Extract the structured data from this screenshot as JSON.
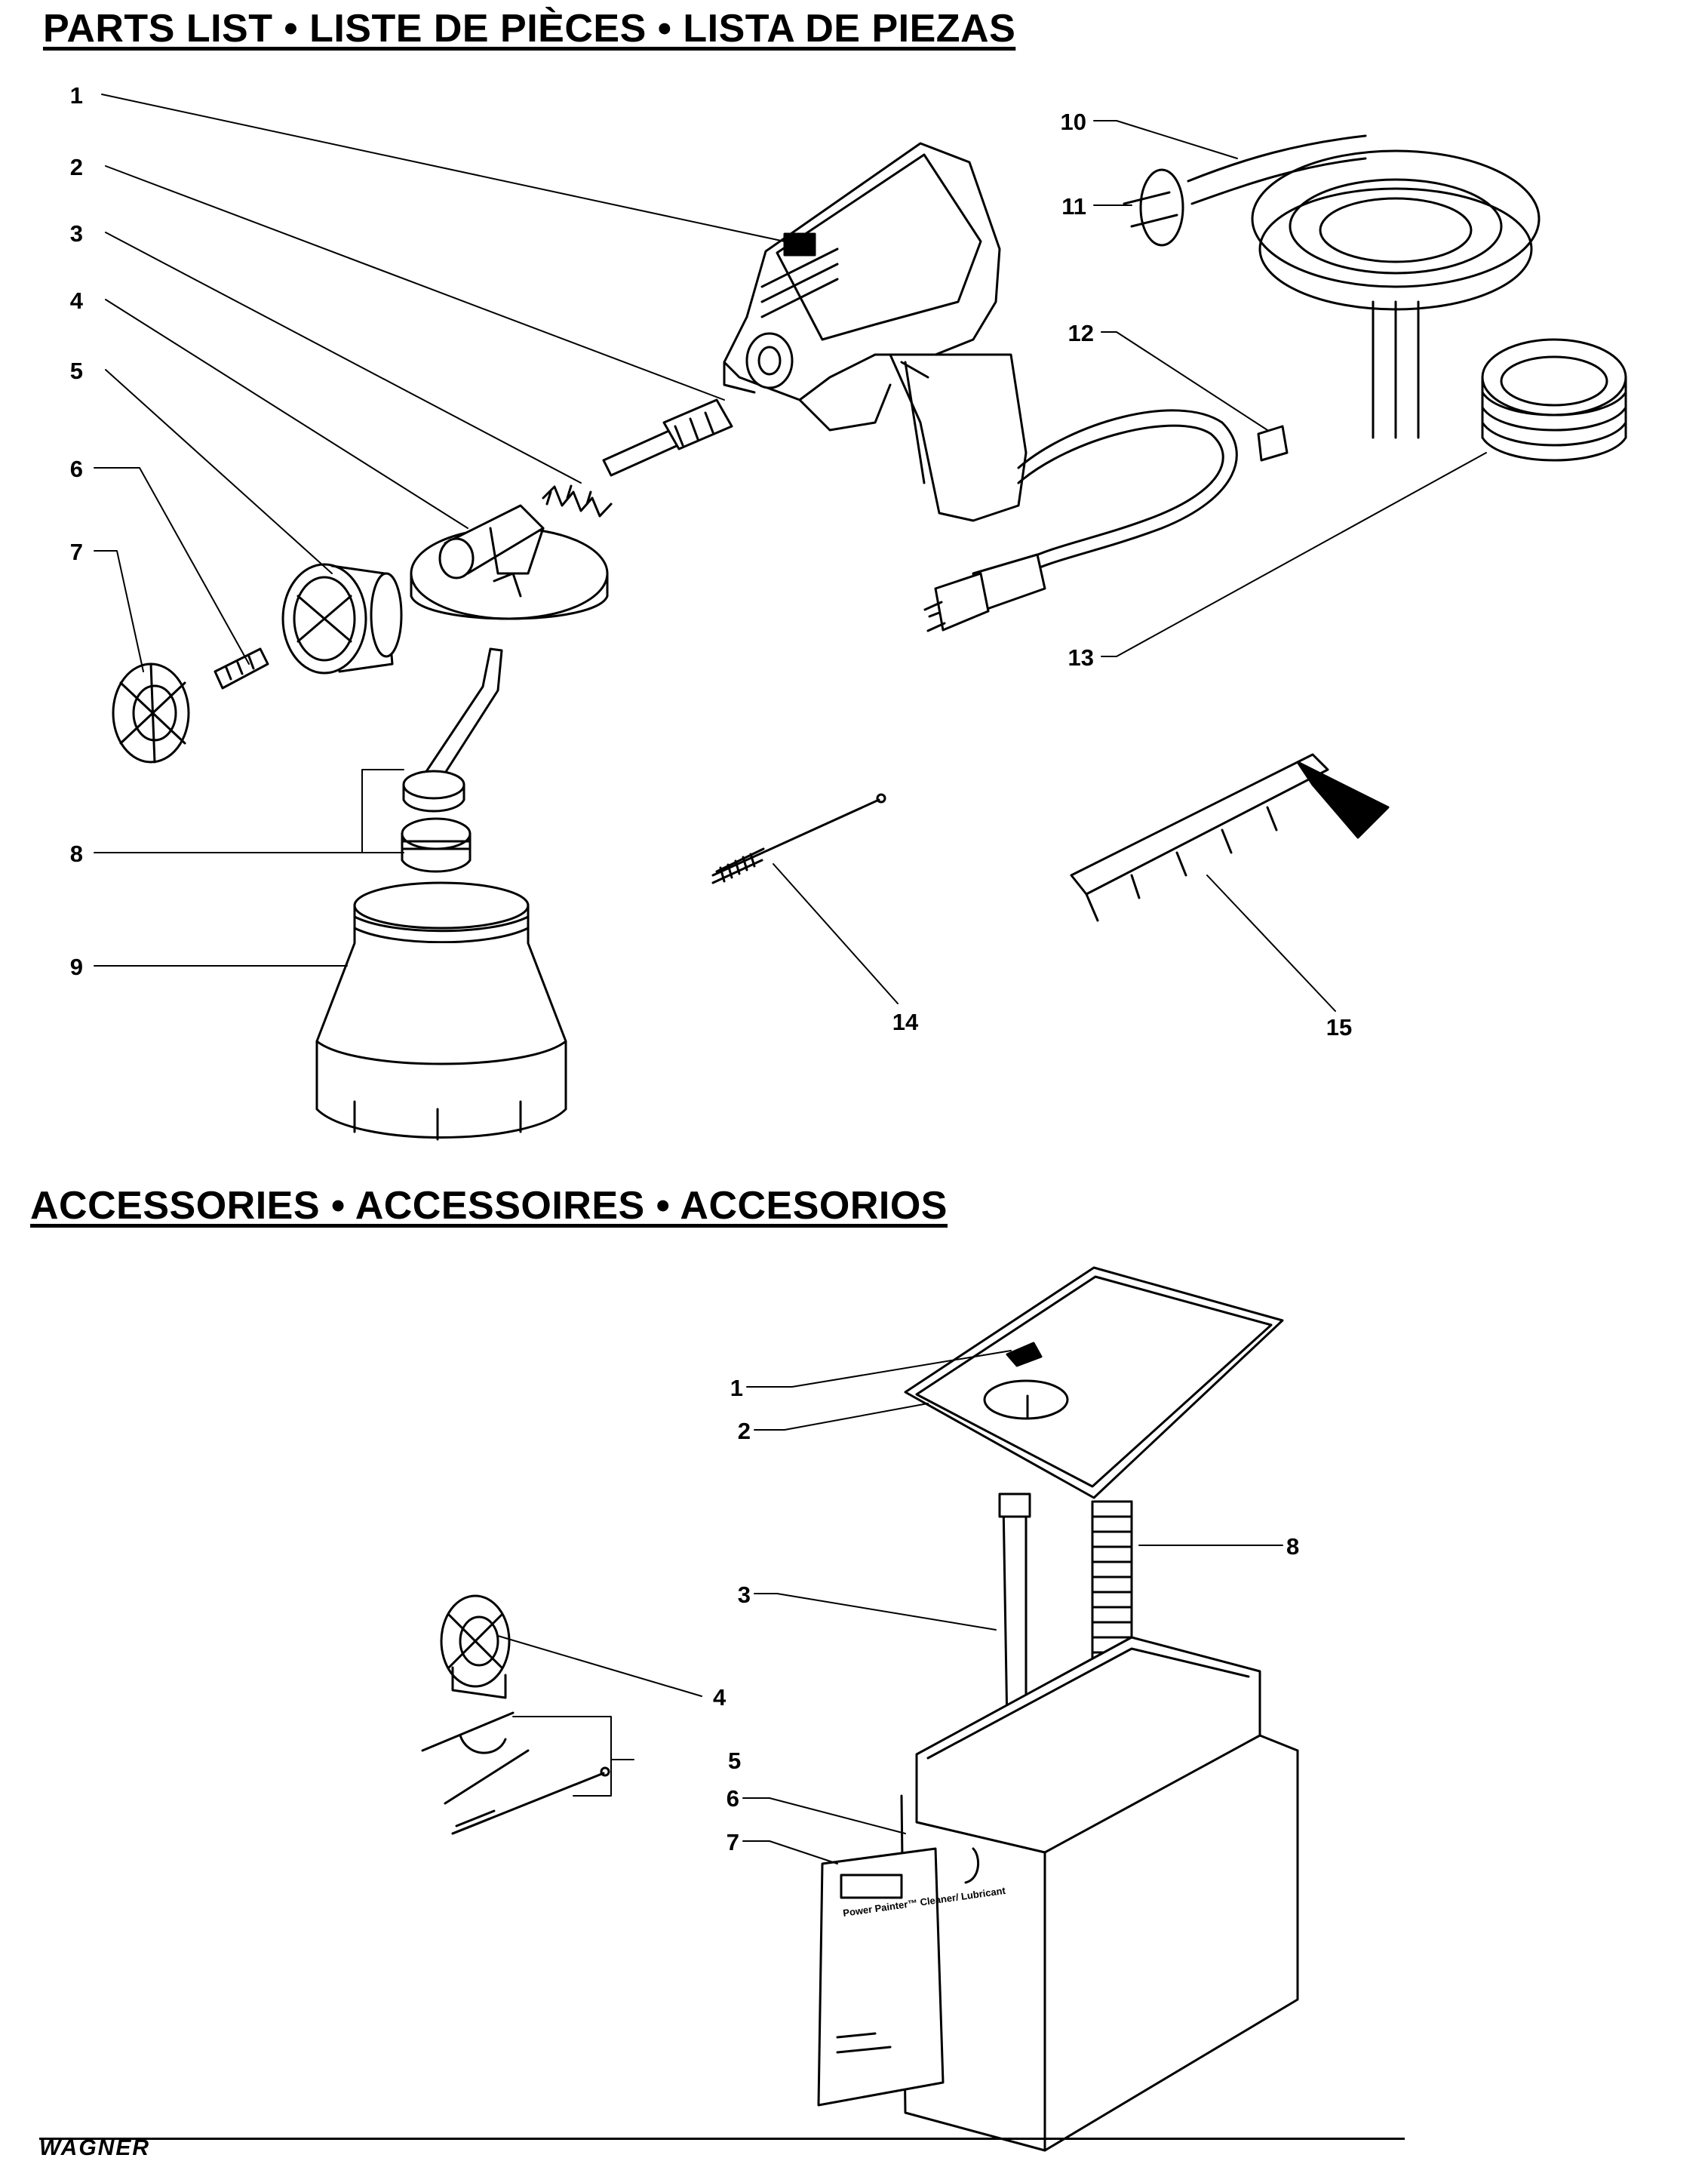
{
  "parts_list": {
    "title": "PARTS LIST • LISTE DE PIÈCES • LISTA DE PIEZAS",
    "callouts": [
      "1",
      "2",
      "3",
      "4",
      "5",
      "6",
      "7",
      "8",
      "9",
      "10",
      "11",
      "12",
      "13",
      "14",
      "15"
    ]
  },
  "accessories": {
    "title": "ACCESSORIES • ACCESSOIRES • ACCESORIOS",
    "callouts": [
      "1",
      "2",
      "3",
      "4",
      "5",
      "6",
      "7",
      "8"
    ],
    "packet_text": "Power Painter™ Cleaner/ Lubricant"
  },
  "footer": {
    "brand": "WAGNER"
  },
  "colors": {
    "ink": "#000000",
    "paper": "#ffffff"
  }
}
